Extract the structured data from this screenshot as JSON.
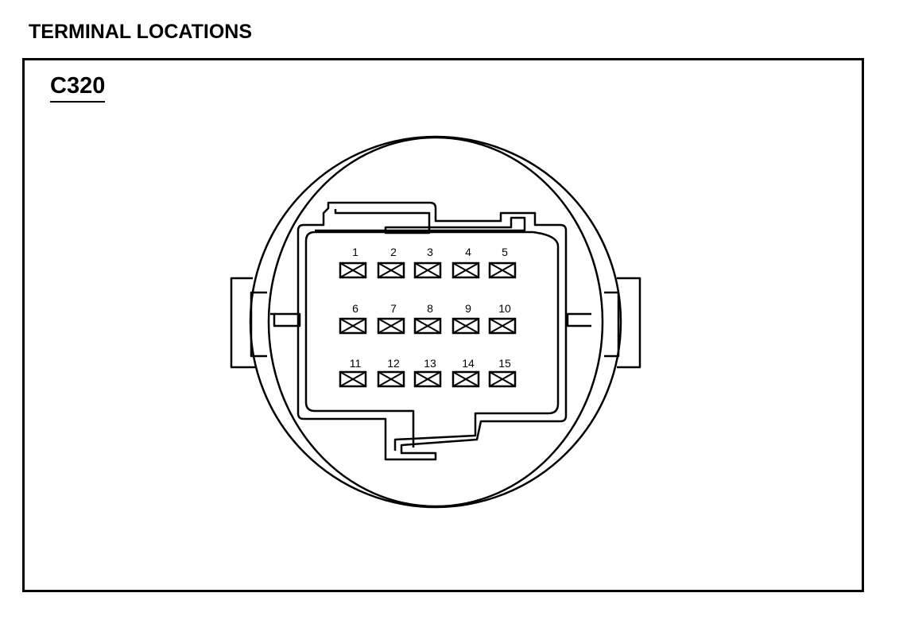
{
  "page": {
    "title": "TERMINAL LOCATIONS"
  },
  "connector": {
    "id": "C320",
    "terminals": [
      {
        "label": "1"
      },
      {
        "label": "2"
      },
      {
        "label": "3"
      },
      {
        "label": "4"
      },
      {
        "label": "5"
      },
      {
        "label": "6"
      },
      {
        "label": "7"
      },
      {
        "label": "8"
      },
      {
        "label": "9"
      },
      {
        "label": "10"
      },
      {
        "label": "11"
      },
      {
        "label": "12"
      },
      {
        "label": "13"
      },
      {
        "label": "14"
      },
      {
        "label": "15"
      }
    ]
  },
  "colors": {
    "line": "#000000",
    "background": "#ffffff"
  }
}
